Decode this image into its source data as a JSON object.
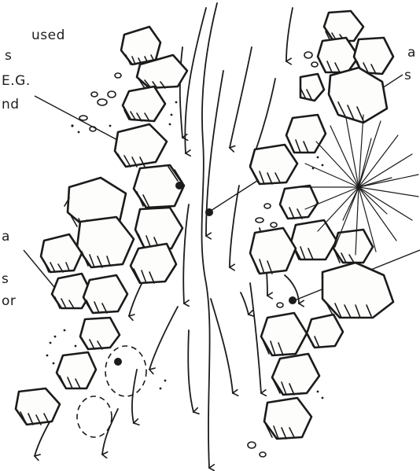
{
  "annotations": {
    "left": [
      "used",
      "s",
      "E.G.",
      "nd",
      "a",
      "s",
      "or"
    ],
    "right": [
      "a",
      "s"
    ]
  },
  "colors": {
    "ink": "#1b1b1b",
    "paper": "#ffffff"
  }
}
